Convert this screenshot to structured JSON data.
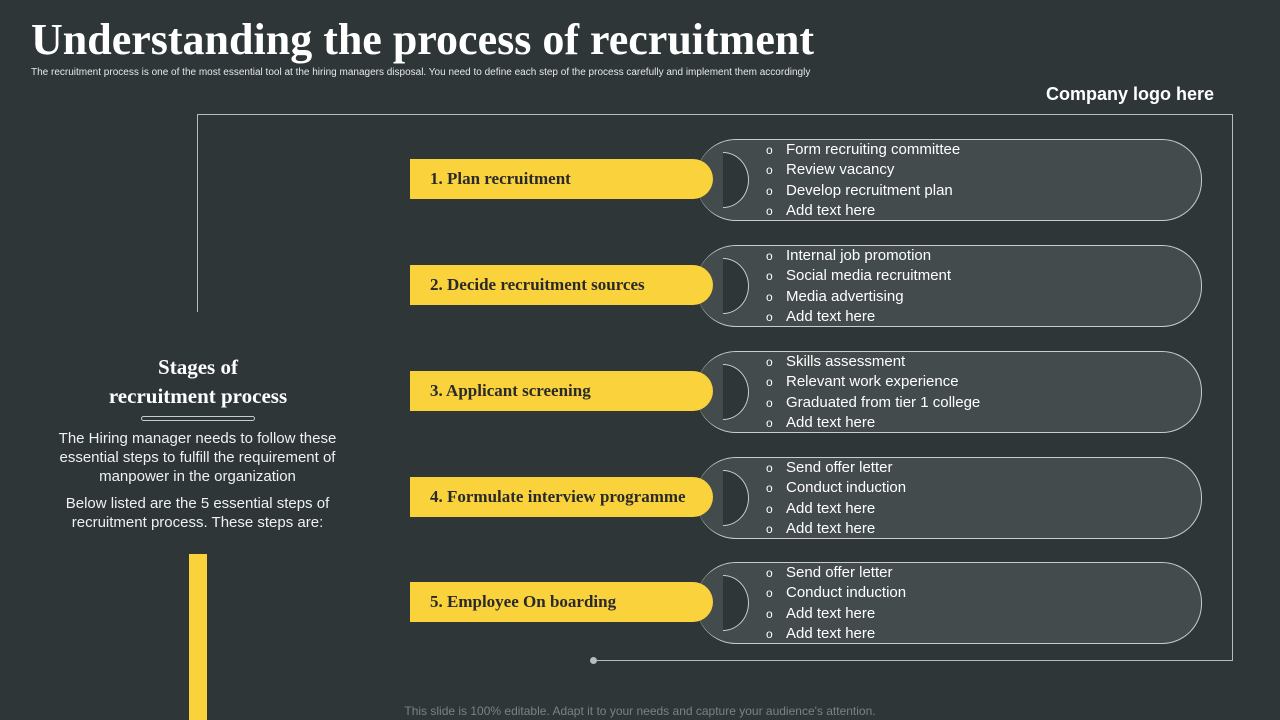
{
  "title": "Understanding the process of recruitment",
  "subtitle": "The recruitment process is one of the most essential tool at the hiring managers disposal. You need to define each step of the process carefully and implement them accordingly",
  "logo_text": "Company logo here",
  "side": {
    "heading_line1": "Stages of",
    "heading_line2": "recruitment process",
    "para1": "The Hiring manager needs to follow these essential steps to fulfill the requirement of manpower in the organization",
    "para2": "Below listed are the 5 essential steps of recruitment process. These steps are:"
  },
  "bullet_glyph": "o",
  "stages": [
    {
      "label": "1. Plan recruitment",
      "items": [
        "Form recruiting committee",
        "Review vacancy",
        "Develop recruitment plan",
        "Add text here"
      ]
    },
    {
      "label": "2. Decide recruitment sources",
      "items": [
        "Internal job promotion",
        "Social media recruitment",
        "Media advertising",
        "Add text here"
      ]
    },
    {
      "label": "3. Applicant screening",
      "items": [
        "Skills assessment",
        "Relevant work experience",
        "Graduated from tier 1 college",
        "Add text here"
      ]
    },
    {
      "label": "4. Formulate interview programme",
      "items": [
        "Send offer letter",
        "Conduct induction",
        "Add text here",
        "Add text here"
      ]
    },
    {
      "label": "5. Employee On boarding",
      "items": [
        "Send offer letter",
        "Conduct induction",
        "Add text here",
        "Add text here"
      ]
    }
  ],
  "footer": "This slide is 100% editable. Adapt it to your needs and capture your audience's attention.",
  "colors": {
    "background": "#2e3638",
    "accent": "#f9d23c",
    "panel": "#444b4d",
    "outline": "#c8cccc"
  }
}
